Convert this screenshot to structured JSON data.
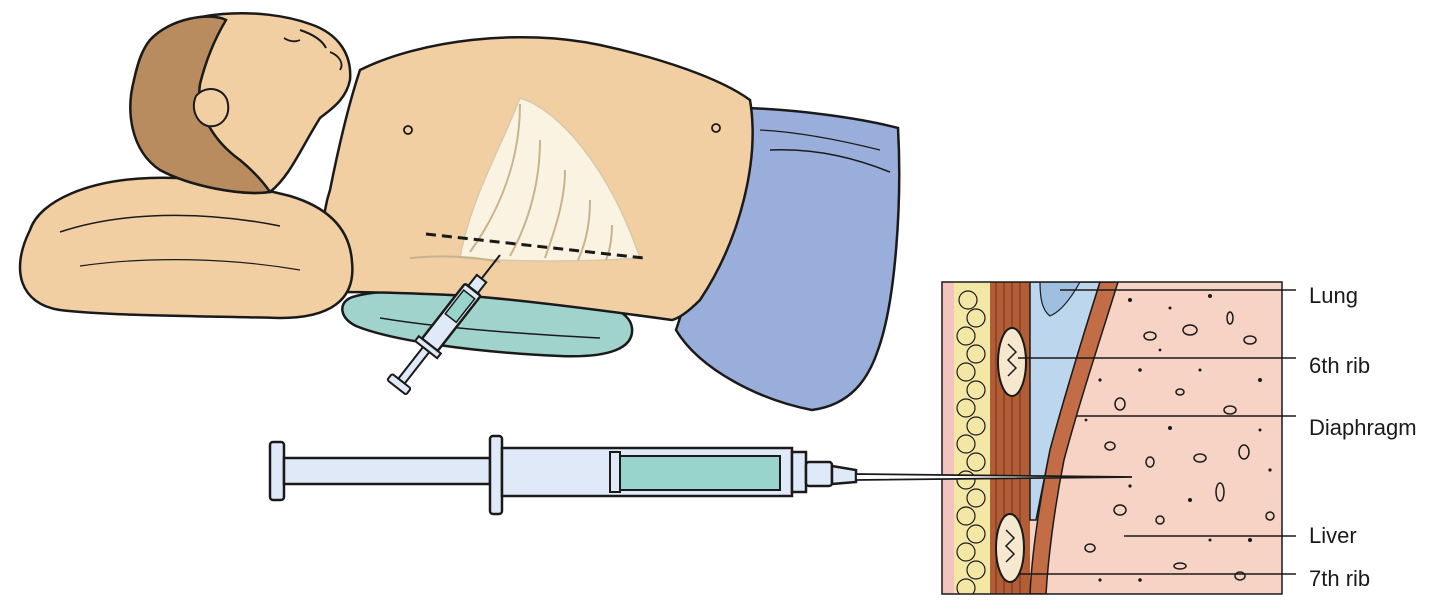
{
  "labels": {
    "lung": "Lung",
    "rib6": "6th rib",
    "diaphragm": "Diaphragm",
    "liver": "Liver",
    "rib7": "7th rib"
  },
  "colors": {
    "skin": "#f1cfa3",
    "skin_shadow": "#e4b98a",
    "hair": "#b88c5e",
    "blanket": "#9aaedb",
    "pillow": "#9fd3cc",
    "rib_cage": "#fbf3e2",
    "syringe_barrel": "#dfe9f7",
    "syringe_fluid": "#98d3cc",
    "fat": "#f3e7a6",
    "muscle": "#b25d35",
    "pleura": "#bcd6ee",
    "liver": "#f6d3c4",
    "outline": "#1a1a1a"
  },
  "icons": {
    "patient": "supine-patient-illustration",
    "syringe": "syringe-icon",
    "cross_section": "chest-wall-cross-section"
  }
}
